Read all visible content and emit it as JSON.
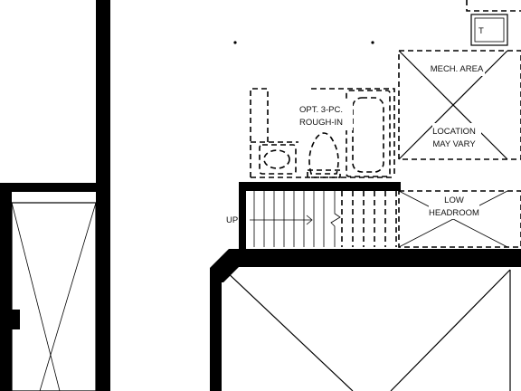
{
  "labels": {
    "mech_area": "MECH. AREA",
    "location_line1": "LOCATION",
    "location_line2": "MAY VARY",
    "rough_in_line1": "OPT. 3-PC.",
    "rough_in_line2": "ROUGH-IN",
    "low_line1": "LOW",
    "low_line2": "HEADROOM",
    "up": "UP",
    "tank": "T"
  },
  "colors": {
    "wall": "#000000",
    "background": "#ffffff"
  }
}
